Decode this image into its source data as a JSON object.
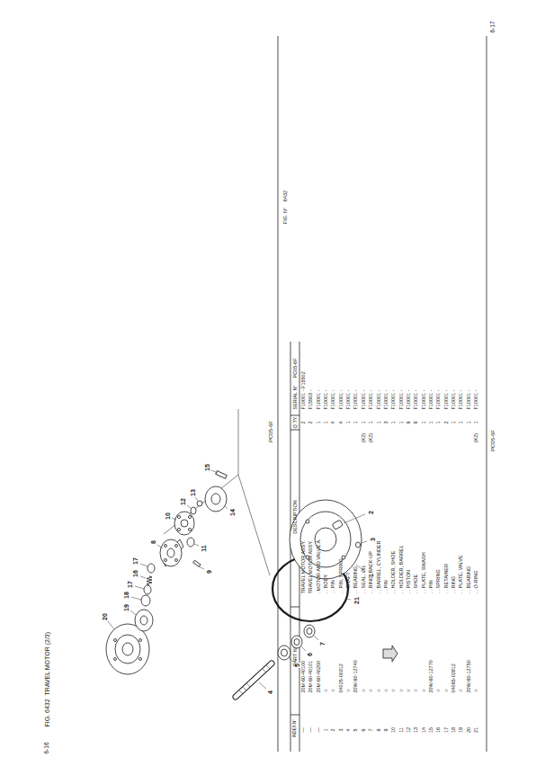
{
  "diagram": {
    "title": "FIG. 6432  TRAVEL MOTOR (2/3)",
    "labels": [
      "6-16",
      "PC05-6F",
      "20",
      "19",
      "18",
      "17",
      "16",
      "17",
      "8",
      "11",
      "9",
      "10",
      "12",
      "13",
      "14",
      "15",
      "2",
      "3",
      "1",
      "21",
      "7",
      "6",
      "5",
      "4",
      "FIG. N°",
      "6432",
      "INDEX N°",
      "PART N°",
      "DESCRIPTION",
      "Q.TY",
      "SERIAL N°",
      "PC05-6F",
      "—",
      "20M-60-40100",
      "TRAVEL MOTOR ASSY.",
      "2",
      "F10001 - F15502",
      "—",
      "20M-60-40101",
      "TRAVEL MOTOR ASSY.",
      "2",
      "F15503 -",
      "—",
      "20M-60-40200",
      ". MOTOR AND VALVE A.",
      "1",
      "F10001 -",
      "1",
      "☆",
      ". . BODY",
      "1",
      "F10001 -",
      "2",
      "☆",
      ". . PIN",
      "4",
      "F10001 -",
      "3",
      "04025-00312",
      ". . PIN, SPRING",
      "4",
      "F10001 -",
      "4",
      "☆",
      ". . SHAFT",
      "1",
      "F10001 -",
      "5",
      "20W-60-12740",
      ". . BEARING",
      "1",
      "F10001 -",
      "6",
      "☆",
      ". . SEAL, OIL",
      "1",
      "F10001 -",
      "7",
      "☆",
      ". . RING, BACK-UP",
      "1",
      "F10001 -",
      "8",
      "☆",
      ". . BARREL, CYLINDER",
      "1",
      "F10001 -",
      "9",
      "☆",
      ". . PIN",
      "3",
      "F10001 -",
      "10",
      "☆",
      ". . HOLDER, SHOE",
      "1",
      "F10001 -",
      "11",
      "☆",
      ". . HOLDER, BARREL",
      "1",
      "F10001 -",
      "12",
      "☆",
      ". . PISTON",
      "9",
      "F10001 -",
      "13",
      "☆",
      ". . SHOE",
      "9",
      "F10001 -",
      "14",
      "☆",
      ". . PLATE, SWASH",
      "1",
      "F10001 -",
      "15",
      "20W-60-12770",
      ". . PIN",
      "1",
      "F10001 -",
      "16",
      "☆",
      ". . SPRING",
      "1",
      "F10001 -",
      "17",
      "☆",
      ". . RETAINER",
      "2",
      "F10001 -",
      "18",
      "04065-02812",
      ". . RING",
      "1",
      "F10001 -",
      "19",
      "☆",
      ". . PLATE, VALVE",
      "1",
      "F10001 -",
      "20",
      "20W-60-12750",
      ". . BEARING",
      "1",
      "F10001 -",
      "21",
      "☆",
      ". . O-RING",
      "1",
      "F10001 -",
      "(K2)",
      "(K2)",
      "(K2)",
      "PC05-6F",
      "6-17"
    ]
  }
}
